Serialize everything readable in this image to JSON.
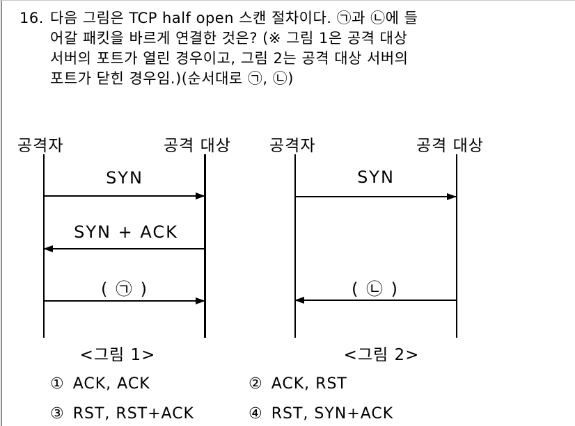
{
  "colors": {
    "background": "#ffffff",
    "text": "#000000",
    "cell_border_left": "#8a8a8a",
    "cell_border_top": "#c9c9c9"
  },
  "question": {
    "number": "16.",
    "lines": [
      "다음 그림은 TCP half open 스캔 절차이다. ㉠과 ㉡에 들",
      "어갈 패킷을 바르게 연결한 것은? (※ 그림 1은 공격 대상",
      "서버의 포트가 열린 경우이고, 그림 2는 공격 대상 서버의",
      "포트가 닫힌 경우임.)(순서대로 ㉠, ㉡)"
    ]
  },
  "diagrams": [
    {
      "actor_left": "공격자",
      "actor_right": "공격 대상",
      "messages": [
        {
          "label": "SYN",
          "direction": "right"
        },
        {
          "label": "SYN + ACK",
          "direction": "left"
        },
        {
          "label": "( ㉠ )",
          "direction": "right"
        }
      ],
      "caption": "<그림 1>"
    },
    {
      "actor_left": "공격자",
      "actor_right": "공격 대상",
      "messages": [
        {
          "label": "SYN",
          "direction": "right"
        },
        {
          "label": "( ㉡ )",
          "direction": "left"
        }
      ],
      "caption": "<그림 2>"
    }
  ],
  "options": [
    {
      "marker": "①",
      "text": "ACK, ACK"
    },
    {
      "marker": "②",
      "text": "ACK, RST"
    },
    {
      "marker": "③",
      "text": "RST, RST+ACK"
    },
    {
      "marker": "④",
      "text": "RST, SYN+ACK"
    }
  ]
}
